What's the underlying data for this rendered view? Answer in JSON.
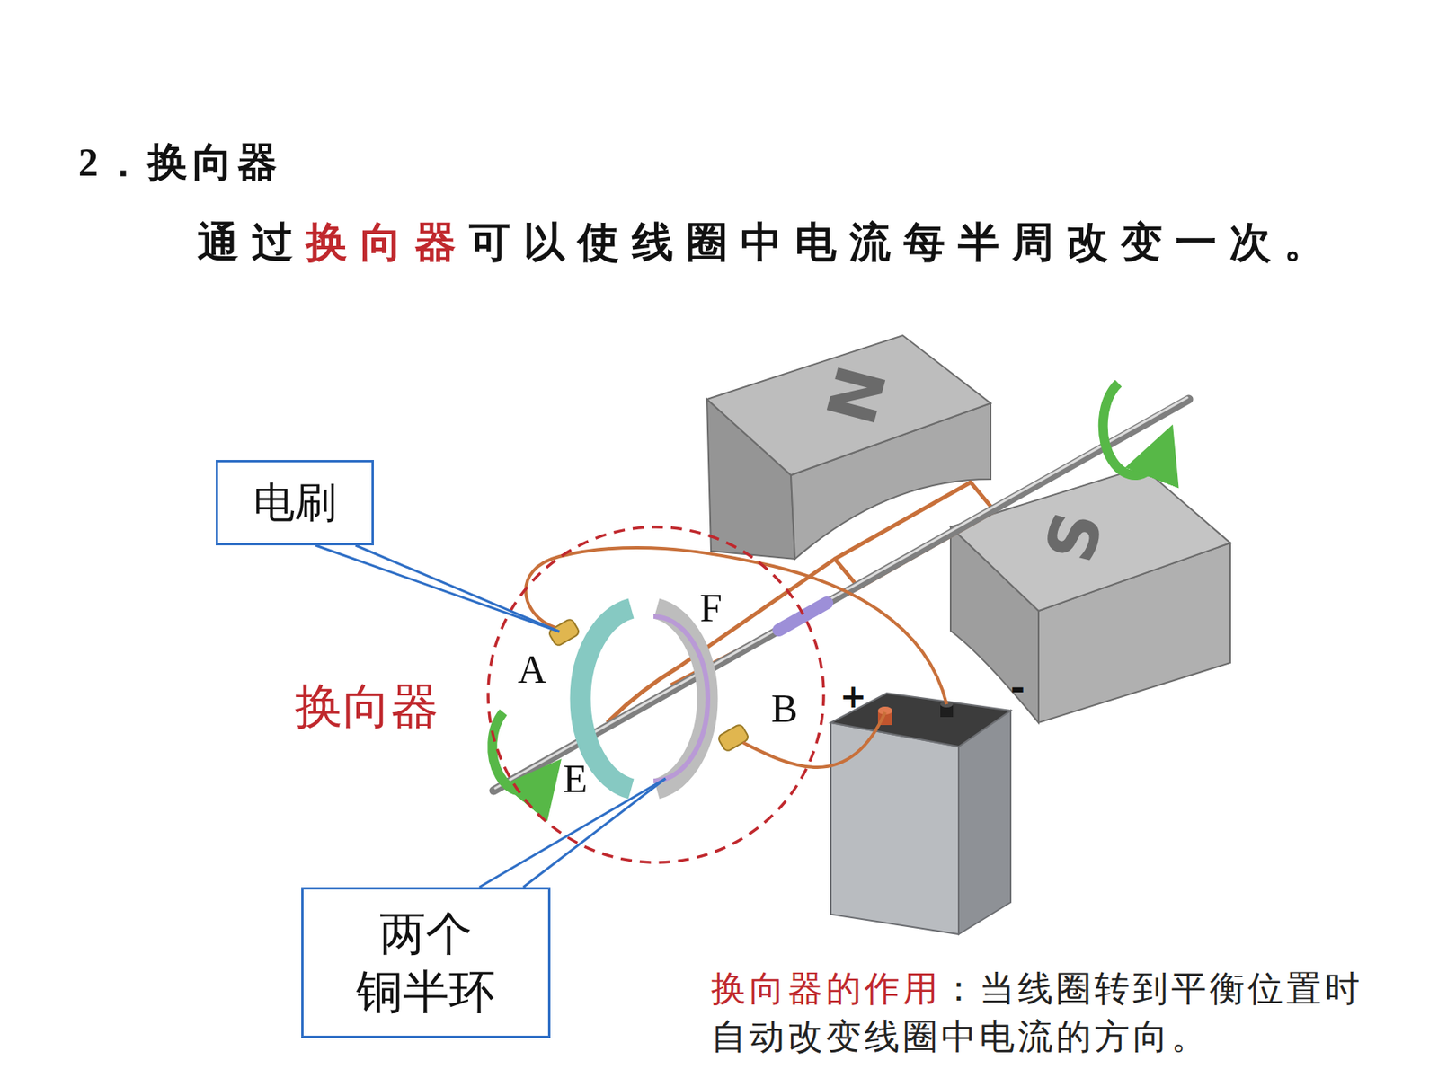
{
  "diagram": {
    "title": "2．换向器",
    "nodes": [
      {
        "text": [
          "电刷"
        ]
      },
      {
        "text": [
          "两个 铜半环"
        ]
      }
    ],
    "labels": [
      "通过",
      "换向器",
      "可以使线圈中电流每半周改变一次。",
      "N",
      "S",
      "F",
      "A",
      "换向器",
      "B",
      "+",
      "-",
      "E",
      "换向器的作用",
      "：当线圈转到平衡位置时自动改变线圈中电流的方向。"
    ]
  }
}
